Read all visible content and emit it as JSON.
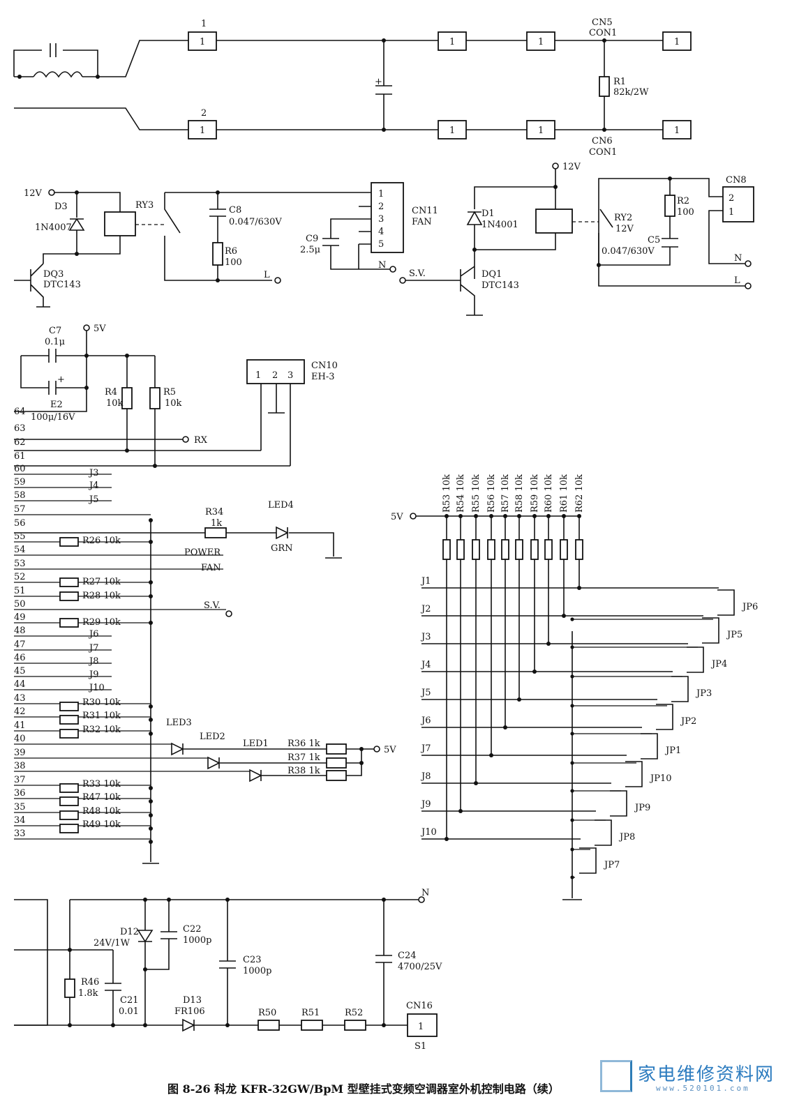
{
  "caption": "图 8-26   科龙 KFR-32GW/BpM 型壁挂式变频空调器室外机控制电路（续）",
  "logo": {
    "name": "家电维修资料网",
    "url": "www.520101.com"
  },
  "top_section": {
    "terminal1_label": "1",
    "terminal2_label": "2",
    "pin_label": "1",
    "cn5_ref": "CN5",
    "cn5_type": "CON1",
    "cn6_ref": "CN6",
    "cn6_type": "CON1",
    "r1_ref": "R1",
    "r1_value": "82k/2W",
    "cap_polarity": "+"
  },
  "relay_section": {
    "v12_left": "12V",
    "d3_ref": "D3",
    "d3_part": "1N4007",
    "ry3_ref": "RY3",
    "c8_ref": "C8",
    "c8_value": "0.047/630V",
    "r6_ref": "R6",
    "r6_value": "100",
    "l_left": "L",
    "dq3_ref": "DQ3",
    "dq3_part": "DTC143",
    "cn11_ref": "CN11",
    "cn11_type": "FAN",
    "cn11_pins": [
      "1",
      "2",
      "3",
      "4",
      "5"
    ],
    "c9_ref": "C9",
    "c9_value": "2.5μ",
    "n_fan": "N",
    "v12_right": "12V",
    "d1_ref": "D1",
    "d1_part": "1N4001",
    "sv_label": "S.V.",
    "dq1_ref": "DQ1",
    "dq1_part": "DTC143",
    "ry2_ref": "RY2",
    "ry2_value": "12V",
    "r2_ref": "R2",
    "r2_value": "100",
    "c5_ref": "C5",
    "c5_value": "0.047/630V",
    "cn8_ref": "CN8",
    "cn8_pins": [
      "2",
      "1"
    ],
    "n_right": "N",
    "l_right": "L"
  },
  "comm_section": {
    "c7_ref": "C7",
    "c7_value": "0.1μ",
    "v5": "5V",
    "e2_ref": "E2",
    "e2_value": "100μ/16V",
    "e2_polarity": "+",
    "r4_ref": "R4",
    "r4_value": "10k",
    "r5_ref": "R5",
    "r5_value": "10k",
    "cn10_ref": "CN10",
    "cn10_type": "EH-3",
    "cn10_pins": [
      "1",
      "2",
      "3"
    ],
    "rx_label": "RX"
  },
  "bus": {
    "pins": [
      "64",
      "63",
      "62",
      "61",
      "60",
      "59",
      "58",
      "57",
      "56",
      "55",
      "54",
      "53",
      "52",
      "51",
      "50",
      "49",
      "48",
      "47",
      "46",
      "45",
      "44",
      "43",
      "42",
      "41",
      "40",
      "39",
      "38",
      "37",
      "36",
      "35",
      "34",
      "33"
    ],
    "j_labels": [
      "J3",
      "J4",
      "J5",
      "J6",
      "J7",
      "J8",
      "J9",
      "J10"
    ],
    "resistors": [
      "R26 10k",
      "R27 10k",
      "R28 10k",
      "R29 10k",
      "R30 10k",
      "R31 10k",
      "R32 10k",
      "R33 10k",
      "R47 10k",
      "R48 10k",
      "R49 10k"
    ],
    "r34_ref": "R34",
    "r34_value": "1k",
    "led4_ref": "LED4",
    "led4_color": "GRN",
    "power_label": "POWER",
    "fan_label": "FAN",
    "sv_label": "S.V.",
    "led_labels": [
      "LED3",
      "LED2",
      "LED1"
    ],
    "led_resistors": [
      "R36 1k",
      "R37 1k",
      "R38 1k"
    ],
    "v5": "5V"
  },
  "jumper_section": {
    "v5": "5V",
    "resistors": [
      "R53 10k",
      "R54 10k",
      "R55 10k",
      "R56 10k",
      "R57 10k",
      "R58 10k",
      "R59 10k",
      "R60 10k",
      "R61 10k",
      "R62 10k"
    ],
    "rows": [
      "J1",
      "J2",
      "J3",
      "J4",
      "J5",
      "J6",
      "J7",
      "J8",
      "J9",
      "J10"
    ],
    "jumpers": [
      "JP6",
      "JP5",
      "JP4",
      "JP3",
      "JP2",
      "JP1",
      "JP10",
      "JP9",
      "JP8",
      "JP7"
    ]
  },
  "power_section": {
    "n_label": "N",
    "d12_ref": "D12",
    "d12_value": "24V/1W",
    "c22_ref": "C22",
    "c22_value": "1000p",
    "c23_ref": "C23",
    "c23_value": "1000p",
    "c24_ref": "C24",
    "c24_value": "4700/25V",
    "r46_ref": "R46",
    "r46_value": "1.8k",
    "c21_ref": "C21",
    "c21_value": "0.01",
    "d13_ref": "D13",
    "d13_part": "FR106",
    "r50": "R50",
    "r51": "R51",
    "r52": "R52",
    "cn16_ref": "CN16",
    "cn16_pin": "1",
    "s1": "S1"
  }
}
